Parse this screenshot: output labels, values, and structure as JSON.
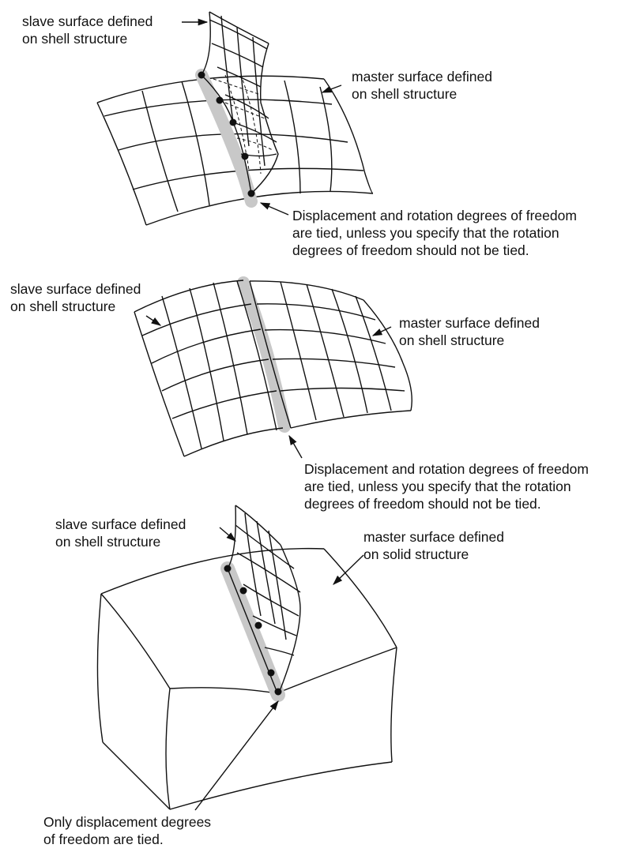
{
  "panels": [
    {
      "slave_label": "slave surface defined\non shell structure",
      "master_label": "master surface defined\non shell structure",
      "note": "Displacement and rotation degrees of freedom\nare tied, unless you specify that the rotation\ndegrees of freedom should not be tied."
    },
    {
      "slave_label": "slave surface defined\non shell structure",
      "master_label": "master surface defined\non shell structure",
      "note": "Displacement and rotation degrees of freedom\nare tied, unless you specify that the rotation\ndegrees of freedom should not be tied."
    },
    {
      "slave_label": "slave surface defined\non shell structure",
      "master_label": "master surface defined\non solid structure",
      "note": "Only displacement degrees\nof freedom are tied."
    }
  ],
  "colors": {
    "line": "#111111",
    "highlight": "#c8c8c8"
  }
}
